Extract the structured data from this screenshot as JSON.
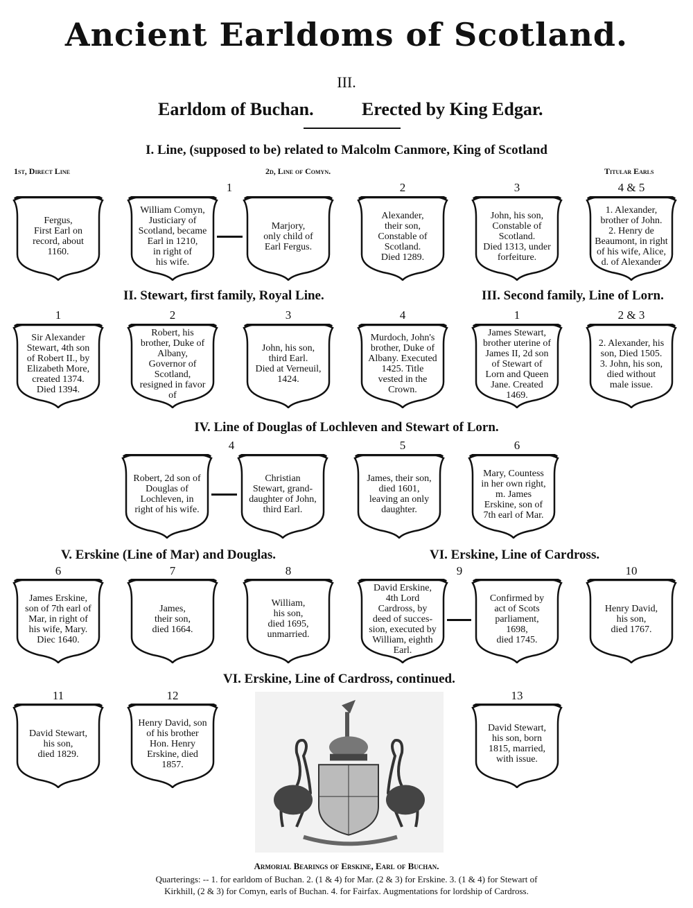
{
  "title": "Ancient Earldoms of Scotland.",
  "volume": "III.",
  "subtitle_left": "Earldom of Buchan.",
  "subtitle_right": "Erected by King Edgar.",
  "sections": {
    "s1": "I. Line, (supposed to be) related to Malcolm Canmore, King of Scotland",
    "s1_col1": "1st, Direct Line",
    "s1_col2": "2d, Line of Comyn.",
    "s1_col3": "Titular Earls",
    "s2": "II. Stewart, first family, Royal Line.",
    "s3": "III. Second family, Line of Lorn.",
    "s4": "IV. Line of Douglas of Lochleven and Stewart of Lorn.",
    "s5": "V. Erskine (Line of Mar) and Douglas.",
    "s6": "VI. Erskine, Line of Cardross.",
    "s7": "VI. Erskine, Line of Cardross, continued."
  },
  "numbers": [
    "1",
    "2",
    "3",
    "4 & 5",
    "1",
    "2",
    "3",
    "4",
    "1",
    "2 & 3",
    "4",
    "5",
    "6",
    "6",
    "7",
    "8",
    "9",
    "10",
    "11",
    "12",
    "13"
  ],
  "shields": [
    "Fergus,\nFirst Earl on\nrecord, about\n1160.",
    "William Comyn,\nJusticiary of\nScotland, became\nEarl in 1210,\nin right of\nhis wife.",
    "Marjory,\nonly child of\nEarl Fergus.",
    "Alexander,\ntheir son,\nConstable of\nScotland.\nDied 1289.",
    "John, his son,\nConstable of\nScotland.\nDied 1313, under\nforfeiture.",
    "1. Alexander,\nbrother of John.\n2. Henry de\nBeaumont, in right\nof his wife, Alice,\nd. of Alexander",
    "Sir Alexander\nStewart, 4th son\nof Robert II., by\nElizabeth More,\ncreated 1374.\nDied 1394.",
    "Robert, his\nbrother, Duke of\nAlbany,\nGovernor of\nScotland,\nresigned in favor\nof",
    "John, his son,\nthird Earl.\nDied at Verneuil,\n1424.",
    "Murdoch, John's\nbrother, Duke of\nAlbany. Executed\n1425. Title\nvested in the\nCrown.",
    "James Stewart,\nbrother uterine of\nJames II, 2d son\nof Stewart of\nLorn and Queen\nJane. Created\n1469.",
    "2. Alexander, his\nson, Died 1505.\n3. John, his son,\ndied without\nmale issue.",
    "Robert, 2d son of\nDouglas of\nLochleven, in\nright of his wife.",
    "Christian\nStewart, grand-\ndaughter of John,\nthird Earl.",
    "James, their son,\ndied 1601,\nleaving an only\ndaughter.",
    "Mary, Countess\nin her own right,\nm. James\nErskine, son of\n7th earl of Mar.",
    "James Erskine,\nson of 7th earl of\nMar, in right of\nhis wife, Mary.\nDiec 1640.",
    "James,\ntheir son,\ndied 1664.",
    "William,\nhis son,\ndied 1695,\nunmarried.",
    "David Erskine,\n4th Lord\nCardross, by\ndeed of succes-\nsion, executed by\nWilliam, eighth\nEarl.",
    "Confirmed by\nact of Scots\nparliament,\n1698,\ndied 1745.",
    "Henry David,\nhis son,\ndied 1767.",
    "David Stewart,\nhis son,\ndied 1829.",
    "Henry David, son\nof his brother\nHon. Henry\nErskine, died\n1857.",
    "David Stewart,\nhis son, born\n1815, married,\nwith issue."
  ],
  "caption": {
    "title": "Armorial Bearings of Erskine, Earl of Buchan.",
    "line1": "Quarterings: -- 1. for earldom of Buchan. 2. (1 & 4) for Mar. (2 & 3) for Erskine. 3. (1 & 4) for Stewart of",
    "line2": "Kirkhill, (2 & 3) for Comyn, earls of Buchan. 4. for Fairfax. Augmentations for lordship of Cardross."
  }
}
